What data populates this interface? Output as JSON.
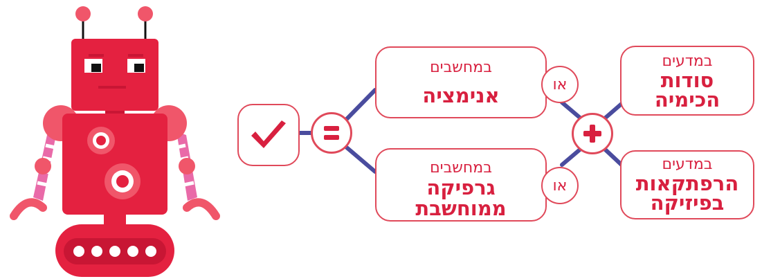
{
  "colors": {
    "accent": "#d8203f",
    "border": "#e0495a",
    "connector": "#4a4c9e",
    "robot_body": "#e42140",
    "robot_light": "#f0566a",
    "robot_stripe": "#e96aa8"
  },
  "diagram": {
    "result_icon": "checkmark-icon",
    "equals_icon": "equals-icon",
    "plus_icon": "plus-icon",
    "top_cs": {
      "sub": "במחשבים",
      "main": "אנימציה"
    },
    "bottom_cs": {
      "sub": "במחשבים",
      "main_line1": "גרפיקה",
      "main_line2": "ממוחשבת"
    },
    "top_sci": {
      "sub": "במדעים",
      "main_line1": "סודות",
      "main_line2": "הכימיה"
    },
    "bottom_sci": {
      "sub": "במדעים",
      "main_line1": "הרפתקאות",
      "main_line2": "בפיזיקה"
    },
    "or_top": "או",
    "or_bottom": "או"
  },
  "robot": {
    "illustration": "robot-illustration"
  }
}
